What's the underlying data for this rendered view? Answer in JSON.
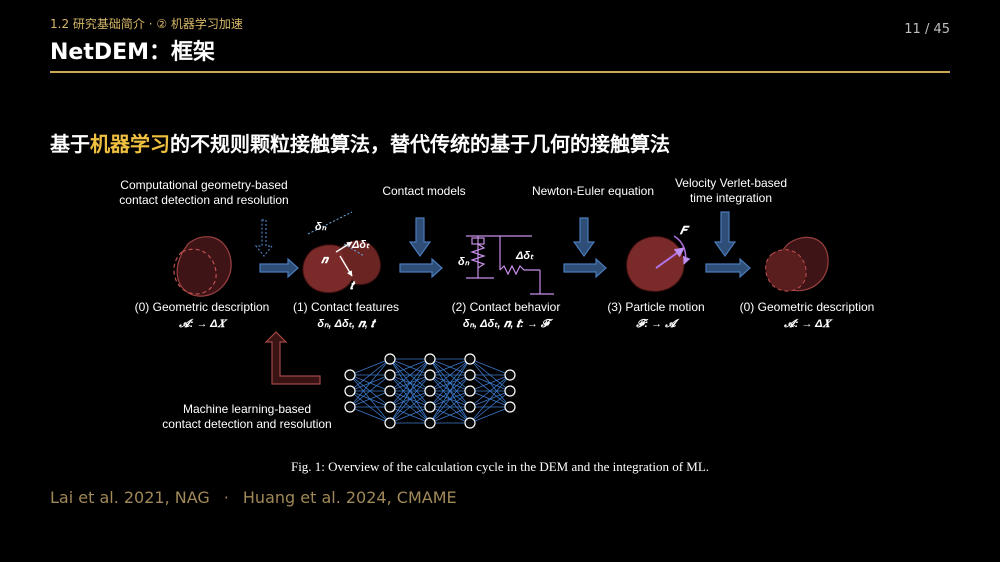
{
  "header": {
    "breadcrumb": "1.2 研究基础简介 · ② 机器学习加速",
    "title": "NetDEM：框架",
    "page_number": "11 / 45"
  },
  "headline": {
    "before": "基于",
    "highlight": "机器学习",
    "after": "的不规则颗粒接触算法，替代传统的基于几何的接触算法"
  },
  "diagram": {
    "top_labels": {
      "geometry_line1": "Computational geometry-based",
      "geometry_line2": "contact detection and resolution",
      "contact_models": "Contact models",
      "newton_euler": "Newton-Euler equation",
      "verlet_line1": "Velocity Verlet-based",
      "verlet_line2": "time integration"
    },
    "stages": [
      {
        "label": "(0) Geometric description",
        "formula": "𝓐: → Δ𝑿"
      },
      {
        "label": "(1) Contact features",
        "formula": "δₙ, Δδₜ, 𝒏, 𝒕"
      },
      {
        "label": "(2) Contact behavior",
        "formula": "δₙ, Δδₜ, 𝒏, 𝒕: → 𝓕"
      },
      {
        "label": "(3) Particle motion",
        "formula": "𝓕: → 𝓐"
      },
      {
        "label": "(0) Geometric description",
        "formula": "𝓐: → Δ𝑿"
      }
    ],
    "symbols": {
      "delta_n": "δₙ",
      "delta_t": "Δδₜ",
      "normal": "𝒏",
      "tangent": "𝒕",
      "force": "𝑭"
    },
    "ml_line1": "Machine learning-based",
    "ml_line2": "contact detection and resolution",
    "caption": "Fig. 1: Overview of the calculation cycle in the DEM and the integration of ML."
  },
  "references": {
    "first": "Lai et al. 2021, NAG",
    "separator": "·",
    "second": "Huang et al. 2024, CMAME"
  },
  "colors": {
    "accent_gold": "#f0c040",
    "rule_gold": "#c9a85a",
    "arrow_blue": "#4a7ab8",
    "particle_red": "#7a2a28",
    "spring_purple": "#c890e8",
    "force_purple": "#b070e0"
  }
}
